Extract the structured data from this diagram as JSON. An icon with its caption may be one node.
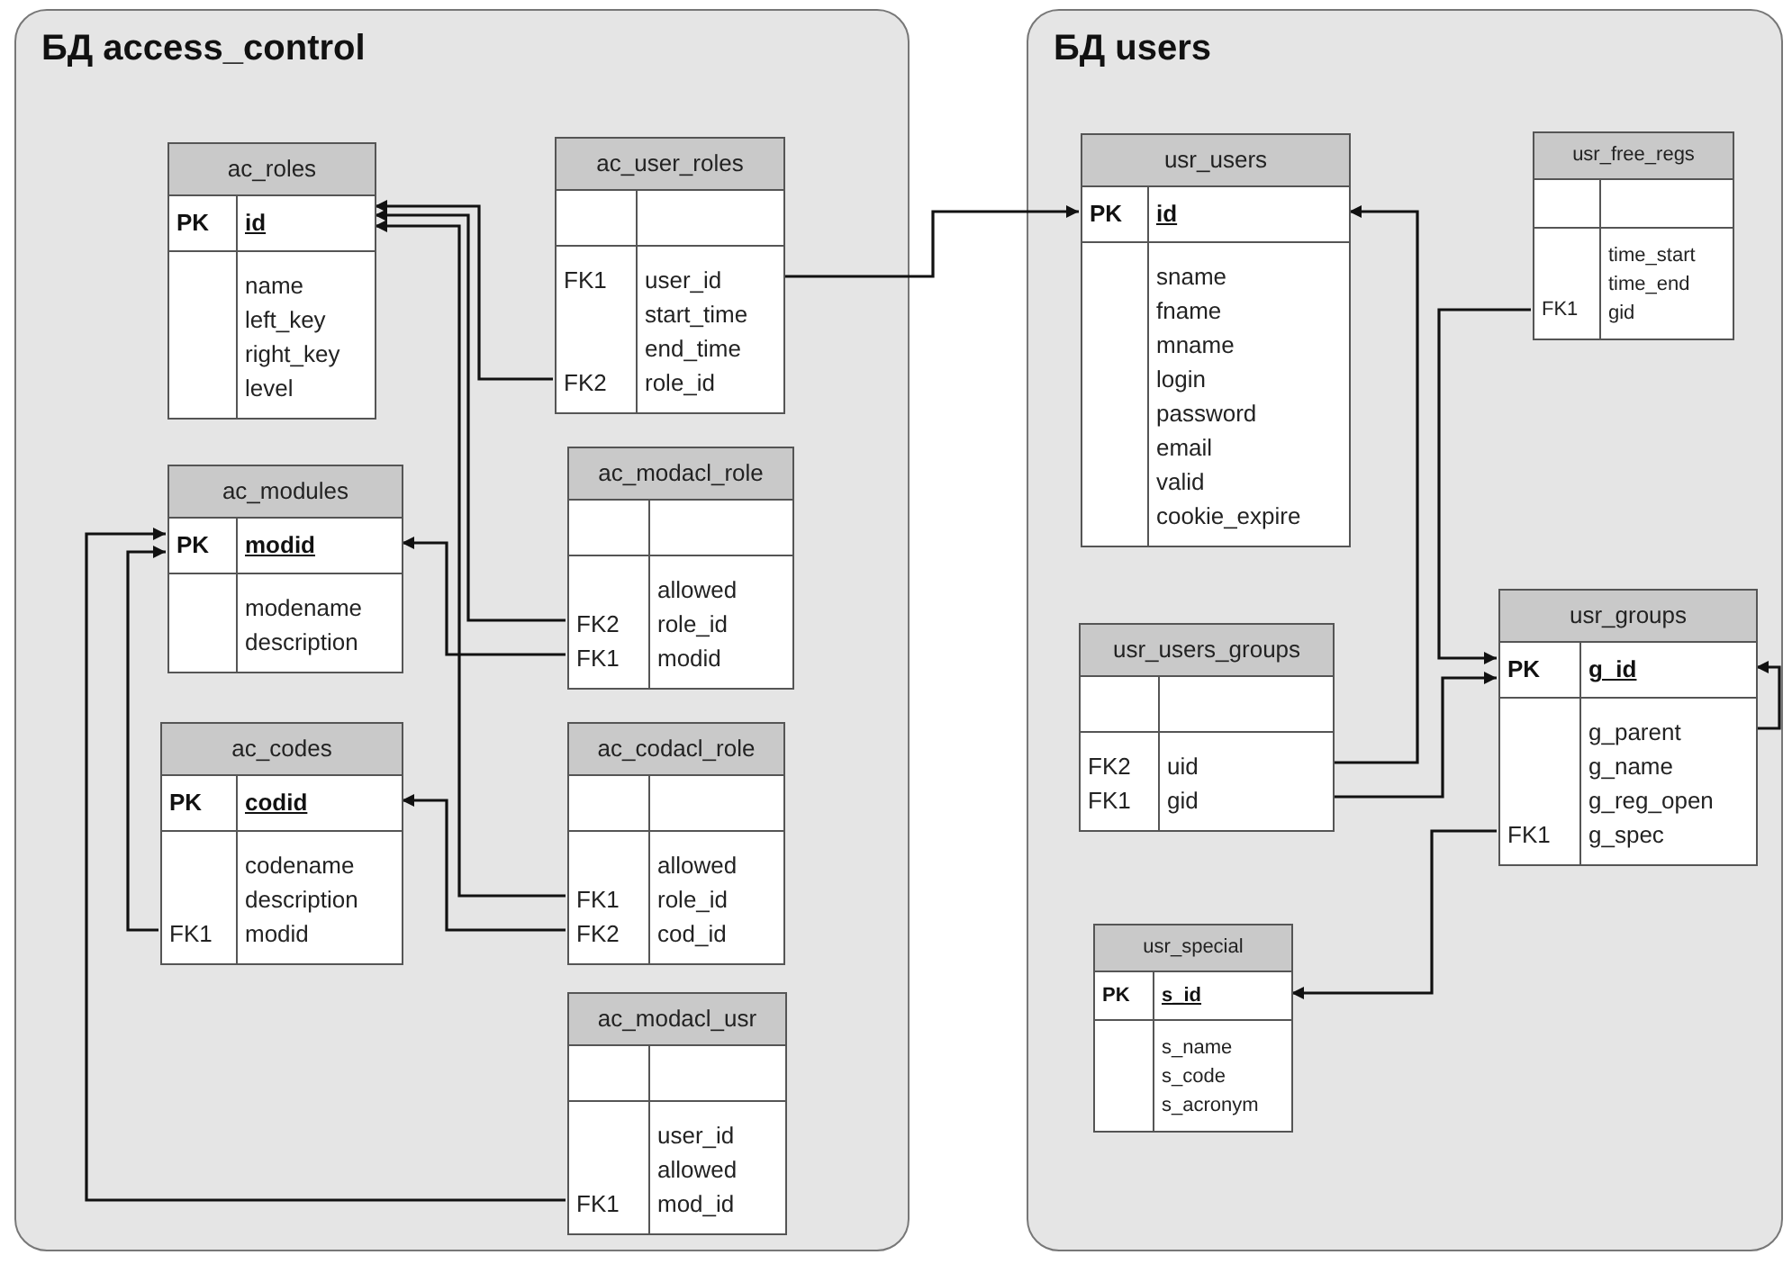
{
  "diagram": {
    "nodes": [
      {
        "text": [
          "БД access_control"
        ]
      },
      {
        "text": [
          "БД users"
        ]
      },
      {
        "text": [
          "ac_roles",
          "PK",
          "id",
          "name",
          "left_key",
          "right_key",
          "level"
        ],
        "in": 0
      },
      {
        "text": [
          "ac_user_roles",
          "FK1",
          "user_id",
          "start_time",
          "end_time",
          "FK2",
          "role_id"
        ],
        "in": 0
      },
      {
        "text": [
          "ac_modules",
          "PK",
          "modid",
          "modename",
          "description"
        ],
        "in": 0
      },
      {
        "text": [
          "ac_modacl_role",
          "allowed",
          "FK2",
          "role_id",
          "FK1",
          "modid"
        ],
        "in": 0
      },
      {
        "text": [
          "ac_codes",
          "PK",
          "codid",
          "codename",
          "description",
          "FK1",
          "modid"
        ],
        "in": 0
      },
      {
        "text": [
          "ac_codacl_role",
          "allowed",
          "FK1",
          "role_id",
          "FK2",
          "cod_id"
        ],
        "in": 0
      },
      {
        "text": [
          "ac_modacl_usr",
          "user_id",
          "allowed",
          "FK1",
          "mod_id"
        ],
        "in": 0
      },
      {
        "text": [
          "usr_users",
          "PK",
          "id",
          "sname",
          "fname",
          "mname",
          "login",
          "password",
          "email",
          "valid",
          "cookie_expire"
        ],
        "in": 1
      },
      {
        "text": [
          "usr_free_regs",
          "time_start",
          "time_end",
          "FK1",
          "gid"
        ],
        "in": 1
      },
      {
        "text": [
          "usr_users_groups",
          "FK2",
          "uid",
          "FK1",
          "gid"
        ],
        "in": 1
      },
      {
        "text": [
          "usr_groups",
          "PK",
          "g_id",
          "g_parent",
          "g_name",
          "g_reg_open",
          "FK1",
          "g_spec"
        ],
        "in": 1
      },
      {
        "text": [
          "usr_special",
          "PK",
          "s_id",
          "s_name",
          "s_code",
          "s_acronym"
        ],
        "in": 1
      }
    ],
    "edges": [
      {
        "from": 3,
        "to": 2,
        "arrow": "to"
      },
      {
        "from": 5,
        "to": 2,
        "arrow": "to"
      },
      {
        "from": 7,
        "to": 2,
        "arrow": "to"
      },
      {
        "from": 5,
        "to": 4,
        "arrow": "to"
      },
      {
        "from": 6,
        "to": 4,
        "arrow": "to"
      },
      {
        "from": 8,
        "to": 4,
        "arrow": "to"
      },
      {
        "from": 7,
        "to": 6,
        "arrow": "to"
      },
      {
        "from": 3,
        "to": 9,
        "arrow": "to"
      },
      {
        "from": 11,
        "to": 9,
        "arrow": "to"
      },
      {
        "from": 10,
        "to": 12,
        "arrow": "to"
      },
      {
        "from": 11,
        "to": 12,
        "arrow": "to"
      },
      {
        "from": 12,
        "to": 12,
        "arrow": "to"
      },
      {
        "from": 12,
        "to": 13,
        "arrow": "to"
      }
    ]
  }
}
